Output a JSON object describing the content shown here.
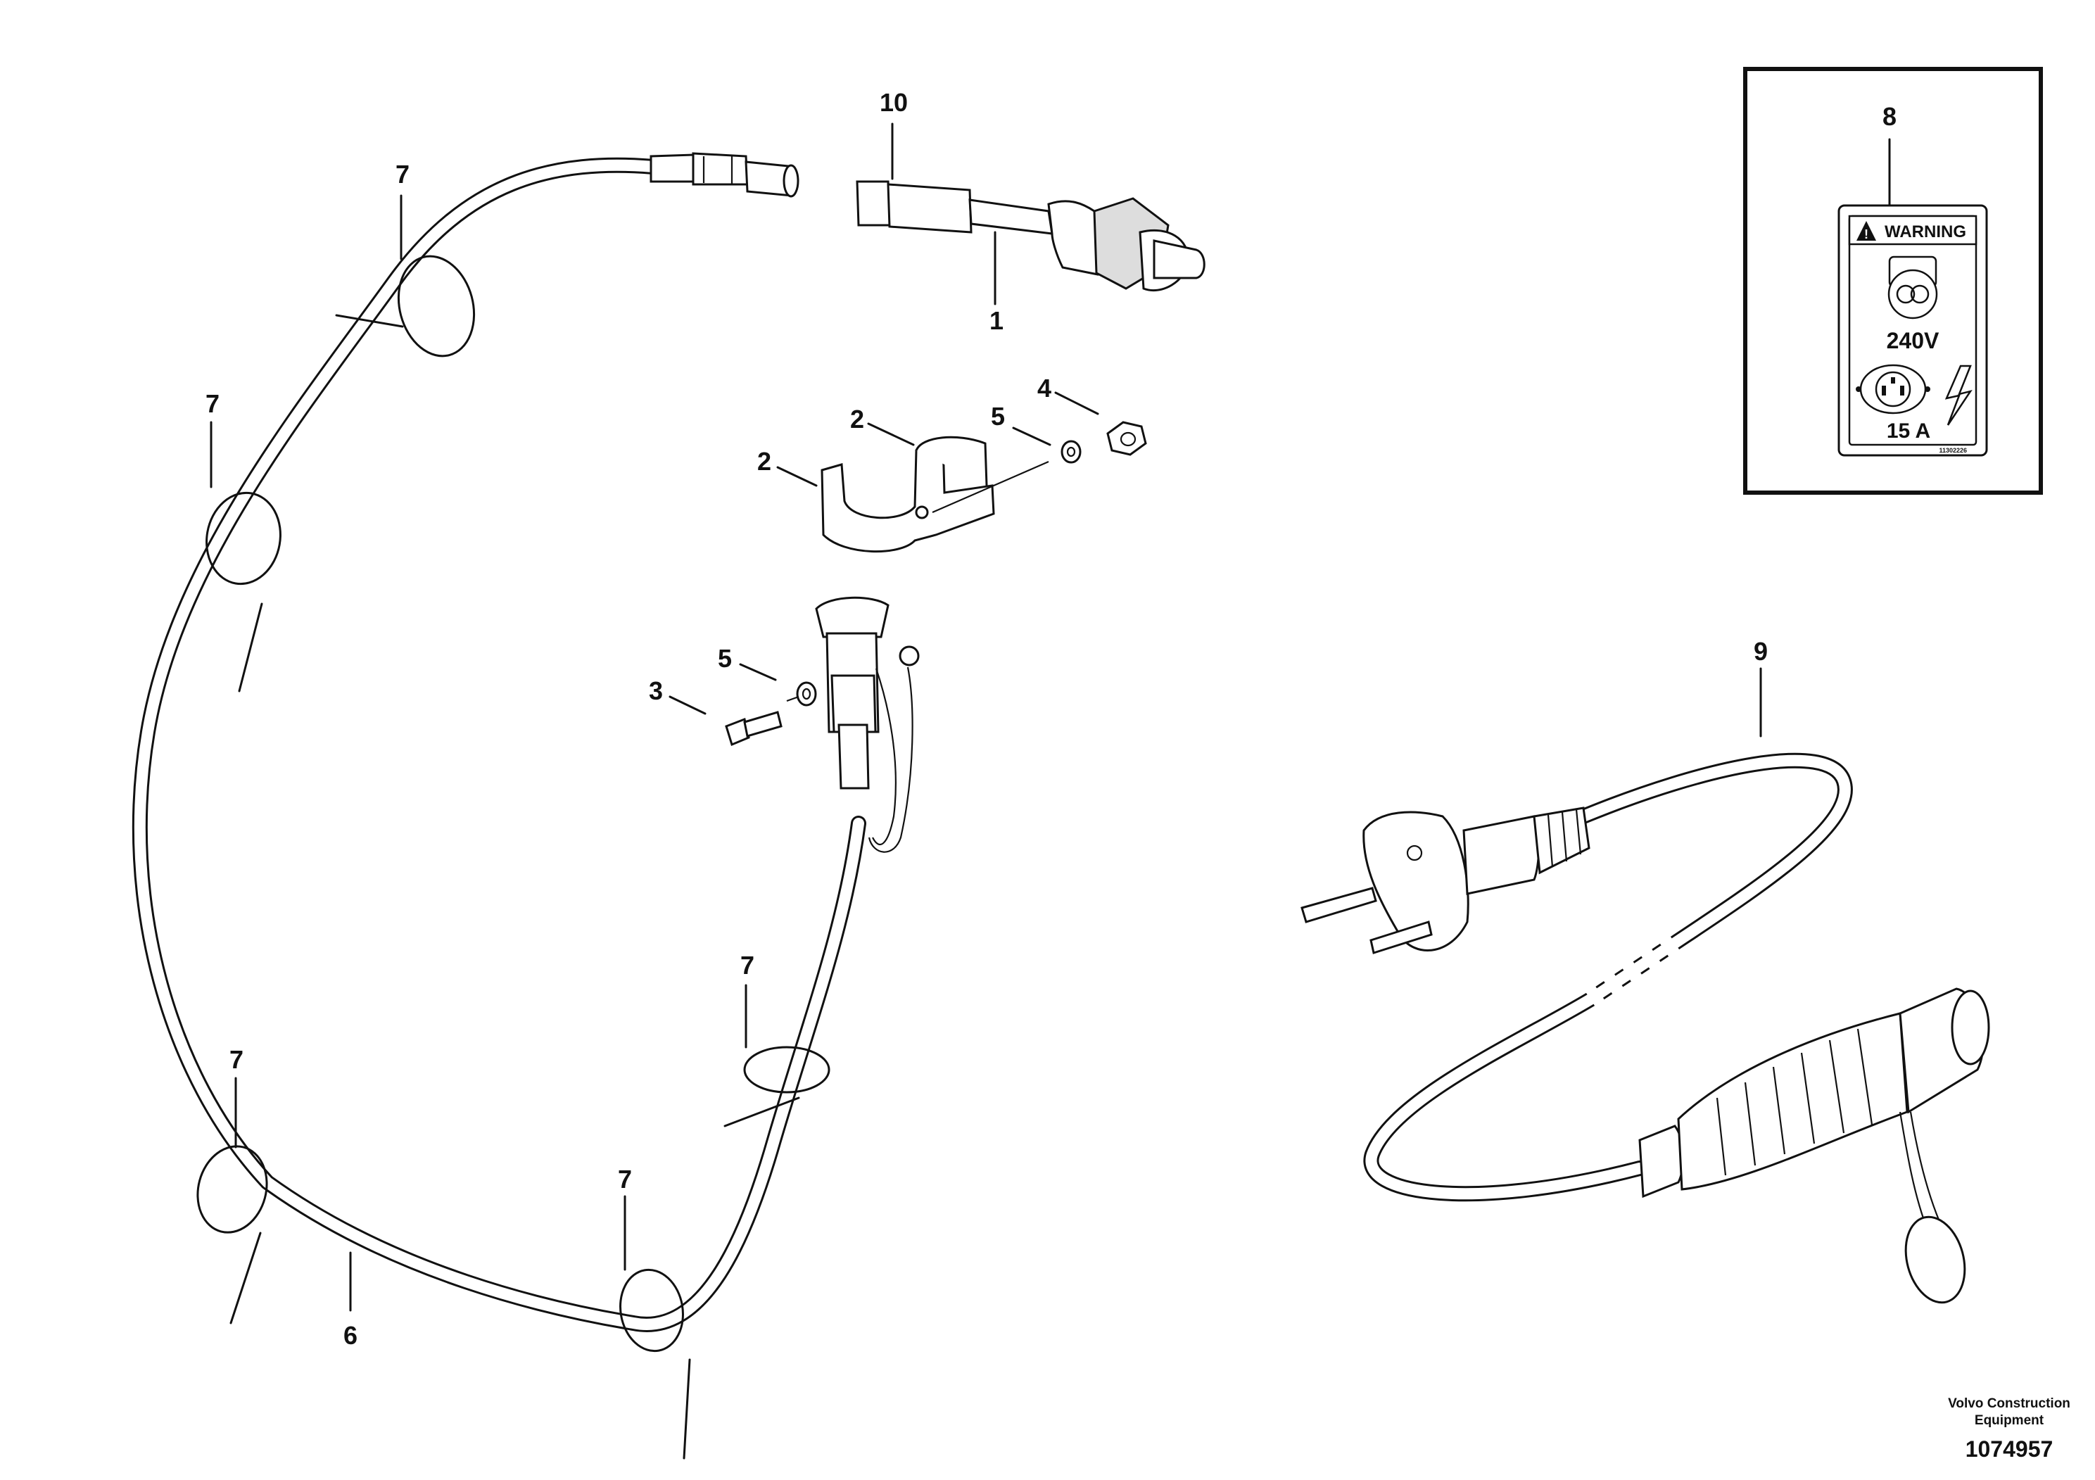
{
  "callouts": {
    "c1": "1",
    "c2a": "2",
    "c2b": "2",
    "c3": "3",
    "c4": "4",
    "c5a": "5",
    "c5b": "5",
    "c6": "6",
    "c7a": "7",
    "c7b": "7",
    "c7c": "7",
    "c7d": "7",
    "c7e": "7",
    "c8": "8",
    "c9": "9",
    "c10": "10"
  },
  "decal": {
    "warning_label": "WARNING",
    "voltage": "240V",
    "current": "15 A",
    "part_code": "11302226"
  },
  "footer": {
    "manufacturer_line1": "Volvo Construction",
    "manufacturer_line2": "Equipment",
    "document_number": "1074957"
  },
  "icons": [
    "warning-triangle-icon",
    "heater-coil-icon",
    "socket-outlet-icon",
    "lightning-bolt-icon"
  ]
}
